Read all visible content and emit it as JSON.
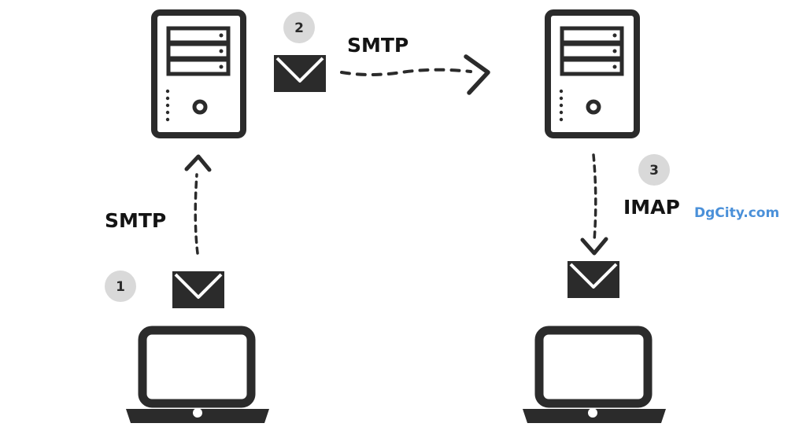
{
  "colors": {
    "ink": "#2b2b2b",
    "label": "#141414",
    "badge": "#d9d9d9",
    "watermark": "#4a90d9"
  },
  "steps": [
    {
      "number": "1",
      "protocol": "SMTP"
    },
    {
      "number": "2",
      "protocol": "SMTP"
    },
    {
      "number": "3",
      "protocol": "IMAP"
    }
  ],
  "icons": {
    "sender_laptop": "laptop-icon",
    "receiver_laptop": "laptop-icon",
    "sender_server": "server-icon",
    "receiver_server": "server-icon",
    "message": "envelope-icon"
  },
  "watermark": "DgCity.com"
}
